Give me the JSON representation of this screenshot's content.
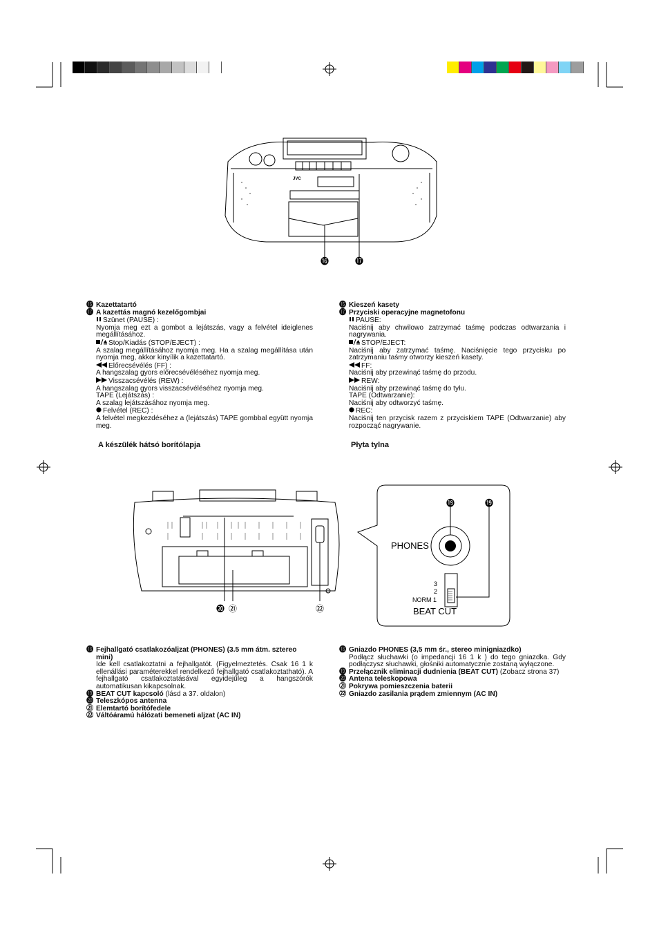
{
  "registration_colors": {
    "gray_bar": [
      "#000000",
      "#111111",
      "#2b2b2b",
      "#444444",
      "#5c5c5c",
      "#757575",
      "#8e8e8e",
      "#a8a8a8",
      "#c2c2c2",
      "#dcdcdc",
      "#f2f2f2",
      "#ffffff"
    ],
    "color_bar": [
      "#ffed00",
      "#e4007f",
      "#00a0e9",
      "#2e3192",
      "#00a651",
      "#e60012",
      "#231815",
      "#fff799",
      "#f49ac1",
      "#7fd4f5",
      "#9d9d9d"
    ]
  },
  "left": {
    "items1": [
      {
        "num": "⓰",
        "title": "Kazettatartó"
      },
      {
        "num": "⓱",
        "title": "A kazettás magnó kezelőgombjai"
      }
    ],
    "controls": [
      {
        "icon": "pause-icon",
        "label": "Szünet (PAUSE) :",
        "desc": "Nyomja meg ezt a gombot a lejátszás, vagy a felvétel ideiglenes megállításához."
      },
      {
        "icon": "stop-eject-icon",
        "label": "Stop/Kiadás (STOP/EJECT) :",
        "desc": "A szalag megállításához nyomja meg. Ha a szalag megállítása után nyomja meg, akkor kinyílik a kazettatartó."
      },
      {
        "icon": "rewind-icon",
        "label": "Előrecsévélés (FF) :",
        "desc": "A hangszalag gyors előrecsévéléséhez nyomja meg."
      },
      {
        "icon": "fast-forward-icon",
        "label": "Visszacsévélés (REW) :",
        "desc": "A hangszalag gyors visszacsévéléséhez nyomja meg."
      },
      {
        "icon": "",
        "label": "TAPE (Lejátszás) :",
        "desc": "A szalag lejátszásához nyomja meg."
      },
      {
        "icon": "record-icon",
        "label": "Felvétel (REC) :",
        "desc": "A felvétel megkezdéséhez a (lejátszás) TAPE gombbal együtt nyomja meg."
      }
    ],
    "heading": "A készülék hátsó borítólapja",
    "items2": [
      {
        "num": "⓲",
        "title": "Fejhallgató csatlakozóaljzat (PHONES) (3.5 mm átm. sztereo mini)",
        "desc": "Ide kell csatlakoztatni a fejhallgatót. (Figyelmeztetés. Csak 16      1 k   ellenállási paraméterekkel rendelkező fejhallgató csatlakoztatható). A fejhallgató csatlakoztatásával egyidejűleg a hangszórók automatikusan kikapcsolnak."
      },
      {
        "num": "⓳",
        "title": "BEAT CUT kapcsoló",
        "desc": " (lásd a 37. oldalon)"
      },
      {
        "num": "⓴",
        "title": "Teleszkópos antenna",
        "desc": ""
      },
      {
        "num": "㉑",
        "title": "Elemtartó borítófedele",
        "desc": ""
      },
      {
        "num": "㉒",
        "title": "Váltóáramú hálózati bemeneti aljzat (AC IN)",
        "desc": ""
      }
    ]
  },
  "right": {
    "items1": [
      {
        "num": "⓰",
        "title": "Kieszeń kasety"
      },
      {
        "num": "⓱",
        "title": "Przyciski operacyjne magnetofonu"
      }
    ],
    "controls": [
      {
        "icon": "pause-icon",
        "label": "PAUSE:",
        "desc": "Naciśnij aby chwilowo zatrzymać taśmę podczas odtwarzania i nagrywania."
      },
      {
        "icon": "stop-eject-icon",
        "label": "STOP/EJECT:",
        "desc": "Naciśnij aby zatrzymać taśmę. Naciśnięcie tego przycisku po zatrzymaniu taśmy otworzy kieszeń kasety."
      },
      {
        "icon": "rewind-icon",
        "label": "FF:",
        "desc": "Naciśnij aby przewinąć taśmę do przodu."
      },
      {
        "icon": "fast-forward-icon",
        "label": "REW:",
        "desc": "Naciśnij aby przewinąć taśmę do tyłu."
      },
      {
        "icon": "",
        "label": "TAPE (Odtwarzanie):",
        "desc": "Naciśnij aby odtworzyć taśmę."
      },
      {
        "icon": "record-icon",
        "label": "REC:",
        "desc": "Naciśnij ten przycisk razem z przyciskiem TAPE (Odtwarzanie) aby rozpocząć nagrywanie."
      }
    ],
    "heading": "Płyta tylna",
    "items2": [
      {
        "num": "⓲",
        "title": "Gniazdo PHONES (3,5 mm śr., stereo minigniazdko)",
        "desc": "Podłącz słuchawki (o impedancji 16      1 k  ) do tego gniazdka. Gdy podłączysz słuchawki, głośniki automatycznie zostaną wyłączone."
      },
      {
        "num": "⓳",
        "title": "Przełącznik eliminacji dudnienia (BEAT CUT)",
        "desc": " (Zobacz strona 37)"
      },
      {
        "num": "⓴",
        "title": "Antena teleskopowa",
        "desc": ""
      },
      {
        "num": "㉑",
        "title": "Pokrywa pomieszczenia baterii",
        "desc": ""
      },
      {
        "num": "㉒",
        "title": "Gniazdo zasilania prądem zmiennym (AC IN)",
        "desc": ""
      }
    ]
  },
  "figures": {
    "front_callouts": [
      "⓰",
      "⓱"
    ],
    "back_callouts": [
      "⓴",
      "㉑",
      "㉒"
    ],
    "inset_callouts": [
      "⓲",
      "⓳"
    ],
    "inset_phones_label": "PHONES",
    "inset_switch_positions": [
      "3",
      "2",
      "NORM 1"
    ],
    "inset_beat_cut_label": "BEAT CUT",
    "front_logo": "JVC"
  }
}
